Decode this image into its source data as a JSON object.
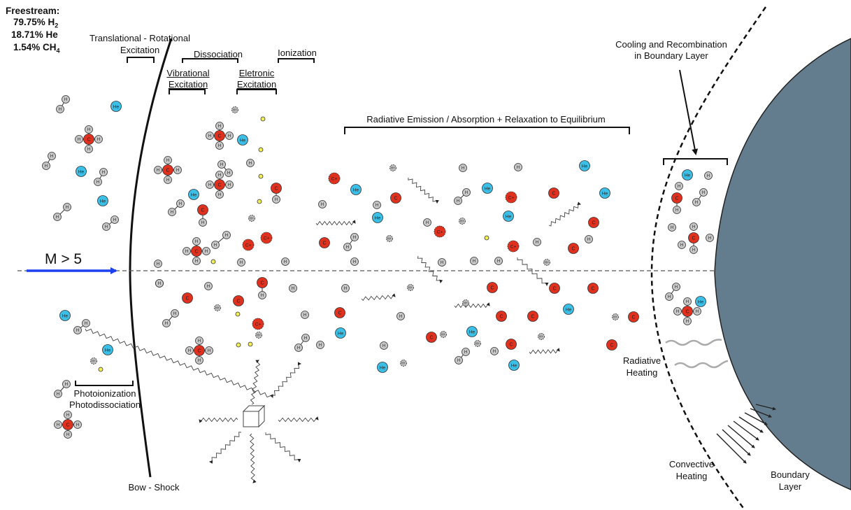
{
  "freestream": {
    "title": "Freestream:",
    "h2": {
      "value": "79.75% H",
      "sub": "2"
    },
    "he": "18.71% He",
    "ch4": {
      "value": "1.54% CH",
      "sub": "4"
    }
  },
  "labels": {
    "trans_rot_1": "Translational - Rotational",
    "trans_rot_2": "Excitation",
    "dissociation": "Dissociation",
    "ionization": "Ionization",
    "vibrational_1": "Vibrational",
    "vibrational_2": "Excitation",
    "electronic_1": "Eletronic",
    "electronic_2": "Excitation",
    "radiative": "Radiative Emission / Absorption + Relaxation to Equilibrium",
    "cooling_1": "Cooling and Recombination",
    "cooling_2": "in Boundary Layer",
    "mach": "M > 5",
    "photo_1": "Photoionization",
    "photo_2": "Photodissociation",
    "bow_shock": "Bow - Shock",
    "rad_heat_1": "Radiative",
    "rad_heat_2": "Heating",
    "conv_heat_1": "Convective",
    "conv_heat_2": "Heating",
    "boundary_1": "Boundary",
    "boundary_2": "Layer"
  },
  "species": {
    "hydrogen": "H",
    "helium": "He",
    "carbon": "C",
    "hydrogen_ion": "H+",
    "carbon_ion": "C+",
    "electron": "e"
  },
  "colors": {
    "body": "#647d8e",
    "carbon": "#e0301e",
    "helium": "#3cbfe6",
    "hydrogen": "#c8c8c8",
    "electron": "#f2ee56",
    "flow_arrow": "#1c3ff0"
  }
}
